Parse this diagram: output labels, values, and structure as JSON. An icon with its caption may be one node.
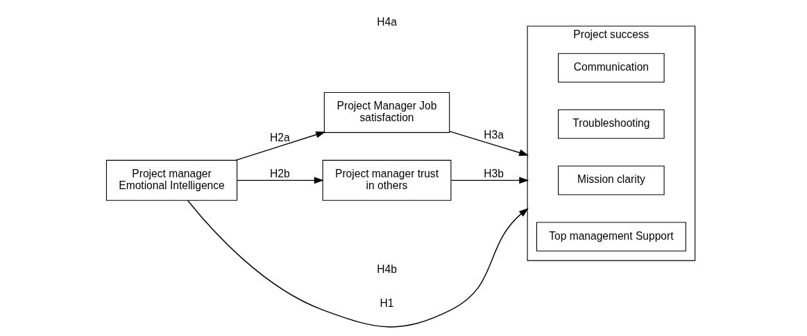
{
  "diagram": {
    "nodes": [
      {
        "text": [
          "Project manager Emotional Intelligence"
        ]
      },
      {
        "text": [
          "Project Manager Job satisfaction"
        ]
      },
      {
        "text": [
          "Project manager trust in others"
        ]
      },
      {
        "text": [
          "Project success"
        ]
      },
      {
        "text": [
          "Communication"
        ],
        "in": 3
      },
      {
        "text": [
          "Troubleshooting"
        ],
        "in": 3
      },
      {
        "text": [
          "Mission clarity"
        ],
        "in": 3
      },
      {
        "text": [
          "Top management Support"
        ],
        "in": 3
      }
    ],
    "edges": [
      {
        "from": 0,
        "to": 1,
        "arrow": "to",
        "label": "H2a"
      },
      {
        "from": 1,
        "to": 3,
        "arrow": "to",
        "label": "H3a"
      },
      {
        "from": 0,
        "to": 3,
        "arrow": "to",
        "label": "H1"
      },
      {
        "from": 0,
        "to": 2,
        "arrow": "to",
        "label": "H2b"
      },
      {
        "from": 2,
        "to": 3,
        "arrow": "to",
        "label": "H3b"
      }
    ],
    "labels": [
      "H4a",
      "H4b"
    ]
  }
}
